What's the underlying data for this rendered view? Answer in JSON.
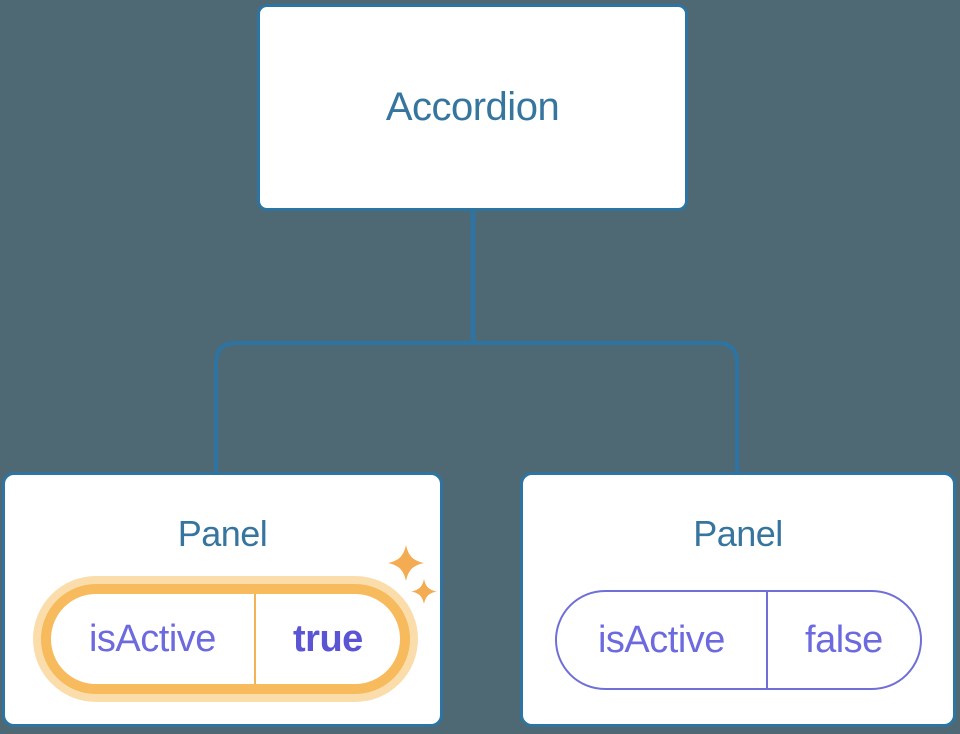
{
  "page": {
    "background": "#4e6973",
    "kind": "component-tree-state-diagram"
  },
  "palette": {
    "node_border": "#2d74a2",
    "connector": "#2d74a2",
    "node_label_text": "#35759e",
    "state_key_text": "#6c6ade",
    "active_value_text": "#5b55d6",
    "active_ring": "#f7ba5c",
    "active_halo": "#fbddab",
    "active_divider": "#f3b158",
    "inactive_outline": "#6f6fd8",
    "sparkle": "#f4ac52",
    "node_fill": "#ffffff"
  },
  "diagram": {
    "root": {
      "label": "Accordion"
    },
    "children": [
      {
        "label": "Panel",
        "active": true,
        "state": {
          "key": "isActive",
          "value": "true"
        },
        "decoration": "sparkles-icon"
      },
      {
        "label": "Panel",
        "active": false,
        "state": {
          "key": "isActive",
          "value": "false"
        }
      }
    ]
  }
}
